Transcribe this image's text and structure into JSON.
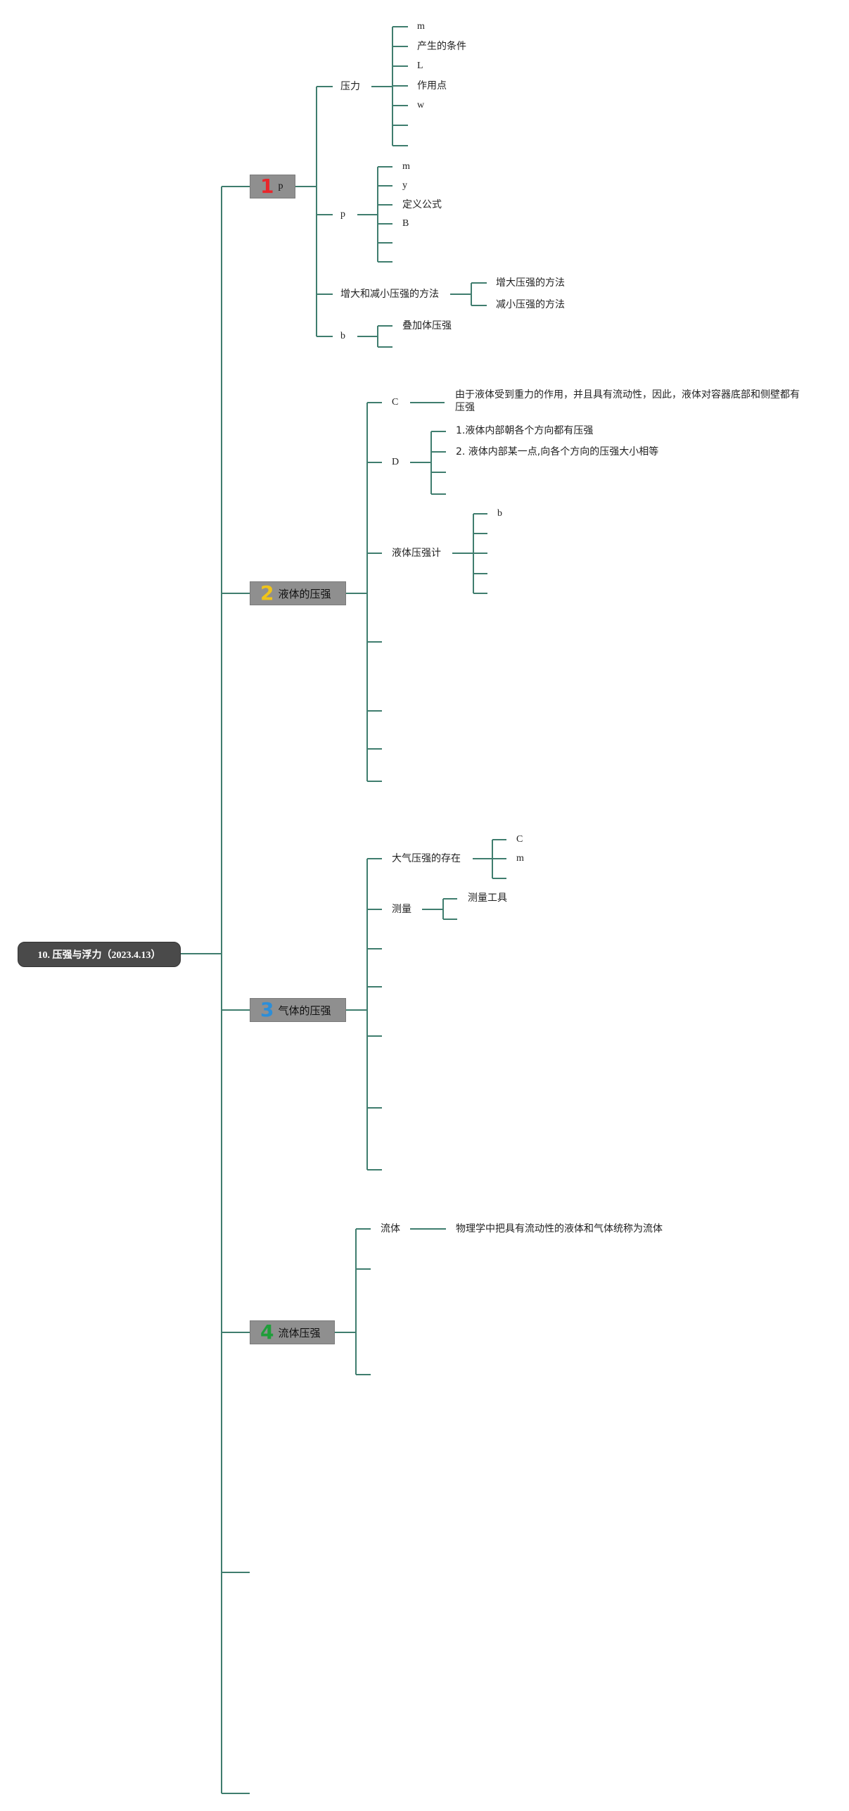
{
  "root": {
    "title": "10. 压强与浮力（2023.4.13）"
  },
  "sections": [
    {
      "num": "1",
      "num_color": "#e8262b",
      "label": "p"
    },
    {
      "num": "2",
      "num_color": "#f0c419",
      "label": "液体的压强"
    },
    {
      "num": "3",
      "num_color": "#2c8ed8",
      "label": "气体的压强"
    },
    {
      "num": "4",
      "num_color": "#1f9e3a",
      "label": "流体压强"
    }
  ],
  "s1": {
    "yali": "压力",
    "yali_items": [
      "m",
      "产生的条件",
      "L",
      "作用点",
      "w"
    ],
    "p": "p",
    "p_items": [
      "m",
      "y",
      "定义公式",
      "B"
    ],
    "method": "增大和减小压强的方法",
    "method_items": [
      "增大压强的方法",
      "减小压强的方法"
    ],
    "b": "b",
    "b_items": [
      "叠加体压强"
    ]
  },
  "s2": {
    "c": "C",
    "c_text": "由于液体受到重力的作用，并且具有流动性，因此，液体对容器底部和侧壁都有压强",
    "d": "D",
    "d_items": [
      "1.液体内部朝各个方向都有压强",
      "2. 液体内部某一点,向各个方向的压强大小相等"
    ],
    "gauge": "液体压强计",
    "gauge_items": [
      "b"
    ]
  },
  "s3": {
    "exist": "大气压强的存在",
    "exist_items": [
      "C",
      "m"
    ],
    "measure": "测量",
    "measure_items": [
      "测量工具"
    ]
  },
  "s4": {
    "fluid": "流体",
    "fluid_text": "物理学中把具有流动性的液体和气体统称为流体"
  },
  "colors": {
    "line": "#3f7d6e",
    "root_bg": "#4a4a4a",
    "section_bg": "#8f8f8f"
  }
}
